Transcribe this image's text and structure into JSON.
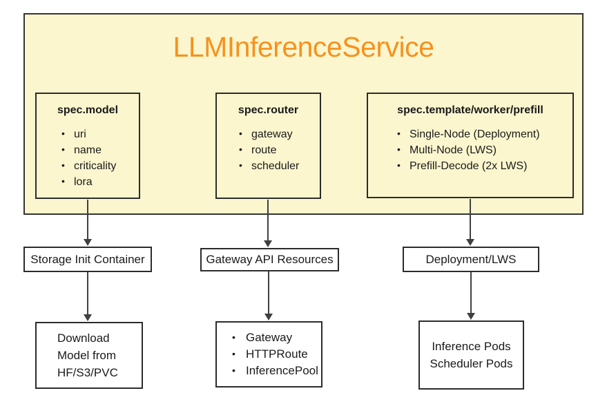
{
  "diagram": {
    "title": "LLMInferenceService",
    "colors": {
      "container_fill": "#FBF6CE",
      "title_accent": "#F6921E",
      "box_border": "#2B2B2B",
      "arrow": "#3F3F3F",
      "text": "#1A1A1A",
      "page_background": "#FFFFFF"
    },
    "spec_boxes": [
      {
        "heading": "spec.model",
        "items": [
          "uri",
          "name",
          "criticality",
          "lora"
        ]
      },
      {
        "heading": "spec.router",
        "items": [
          "gateway",
          "route",
          "scheduler"
        ]
      },
      {
        "heading": "spec.template/worker/prefill",
        "items": [
          "Single-Node (Deployment)",
          "Multi-Node (LWS)",
          "Prefill-Decode (2x LWS)"
        ]
      }
    ],
    "resource_boxes": [
      {
        "label": "Storage Init Container"
      },
      {
        "label": "Gateway API Resources"
      },
      {
        "label": "Deployment/LWS"
      }
    ],
    "detail_boxes": [
      {
        "lines": [
          "Download",
          "Model from",
          "HF/S3/PVC"
        ]
      },
      {
        "items": [
          "Gateway",
          "HTTPRoute",
          "InferencePool"
        ]
      },
      {
        "lines": [
          "Inference Pods",
          "Scheduler Pods"
        ]
      }
    ]
  }
}
